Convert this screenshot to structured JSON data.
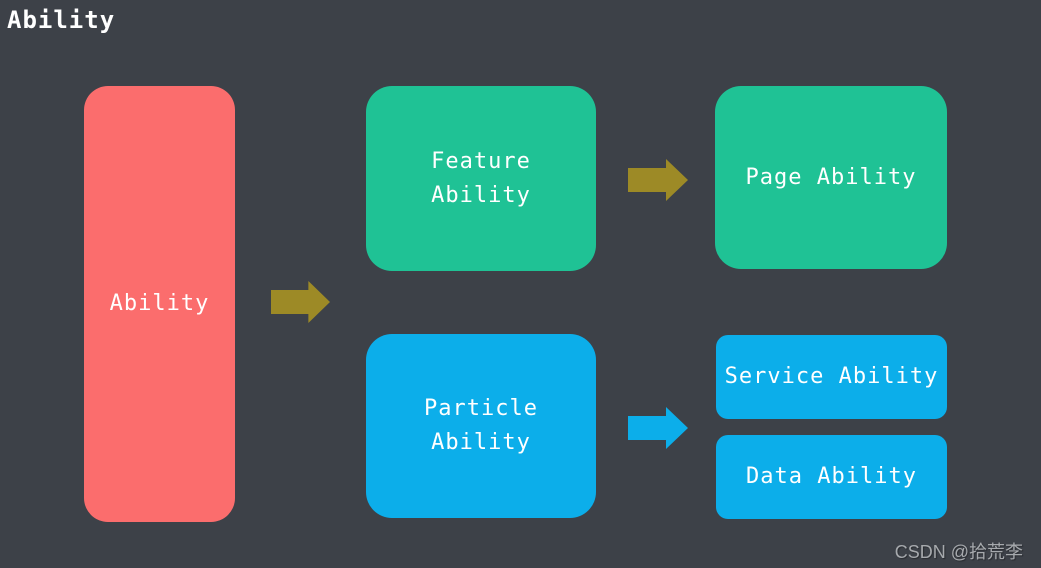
{
  "page": {
    "title": "Ability"
  },
  "colors": {
    "background": "#3d4148",
    "root_box": "#fb6d6d",
    "green_box": "#1fc295",
    "blue_box": "#0caeea",
    "arrow_olive": "#9d8a26",
    "arrow_blue": "#0caeea",
    "label_text": "#ffffff",
    "watermark_text": "#a6a9ad"
  },
  "nodes": {
    "ability": {
      "label": "Ability"
    },
    "feature_ability": {
      "label": "Feature\nAbility"
    },
    "page_ability": {
      "label": "Page Ability"
    },
    "particle_ability": {
      "label": "Particle\nAbility"
    },
    "service_ability": {
      "label": "Service Ability"
    },
    "data_ability": {
      "label": "Data Ability"
    }
  },
  "arrows": {
    "ability_to_feature": {
      "direction": "right"
    },
    "feature_to_page": {
      "direction": "right"
    },
    "particle_to_services": {
      "direction": "right"
    }
  },
  "watermark": {
    "text": "CSDN @拾荒李"
  }
}
